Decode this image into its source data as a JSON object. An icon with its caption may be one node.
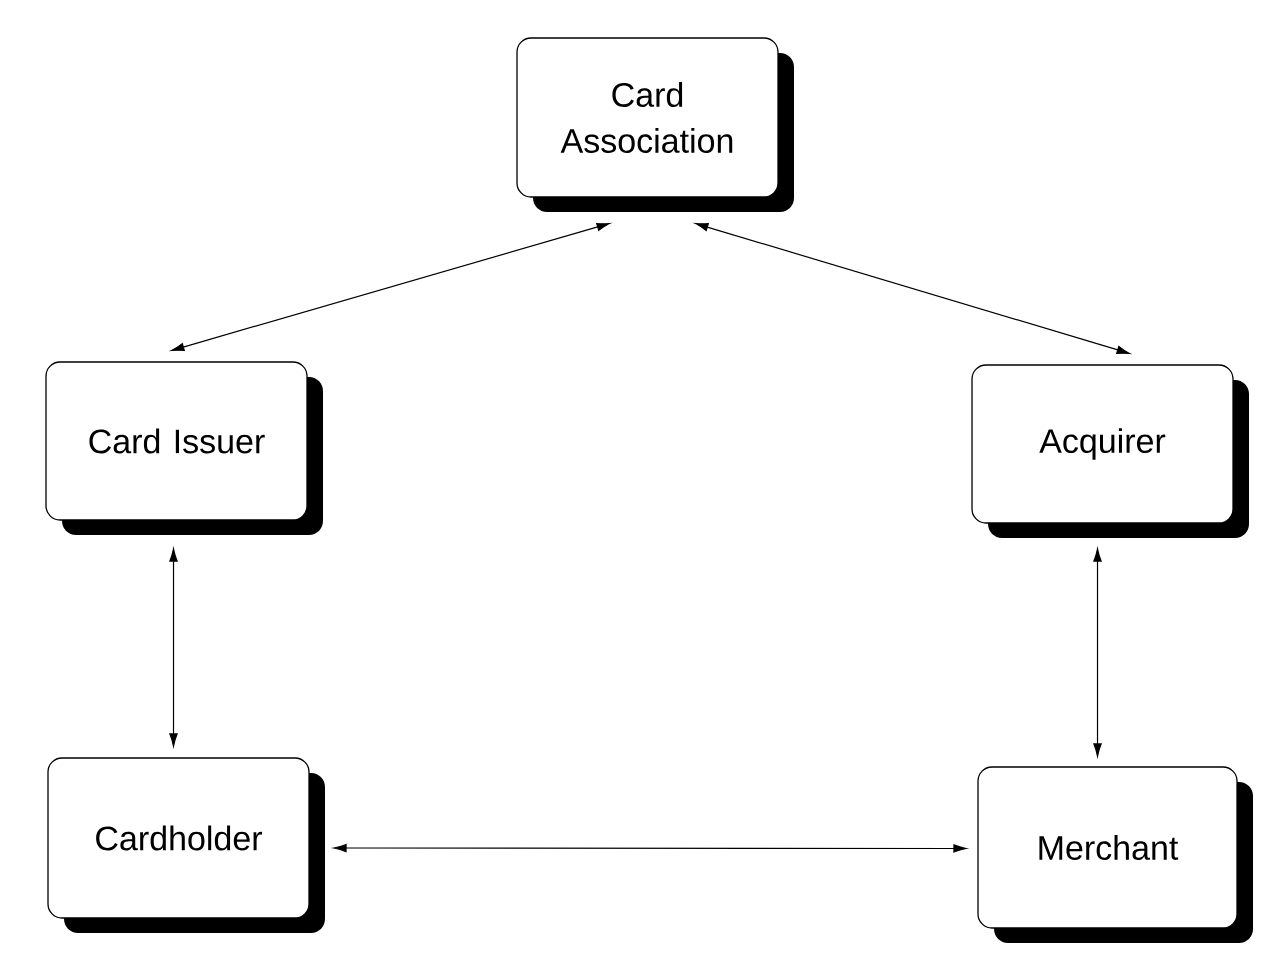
{
  "diagram": {
    "nodes": [
      {
        "text": [
          "Card Association"
        ]
      },
      {
        "text": [
          "Card Issuer"
        ]
      },
      {
        "text": [
          "Acquirer"
        ]
      },
      {
        "text": [
          "Cardholder"
        ]
      },
      {
        "text": [
          "Merchant"
        ]
      }
    ],
    "edges": [
      {
        "from": 0,
        "to": 1,
        "arrow": "both"
      },
      {
        "from": 0,
        "to": 2,
        "arrow": "both"
      },
      {
        "from": 1,
        "to": 3,
        "arrow": "both"
      },
      {
        "from": 2,
        "to": 4,
        "arrow": "both"
      },
      {
        "from": 3,
        "to": 4,
        "arrow": "both"
      }
    ]
  }
}
